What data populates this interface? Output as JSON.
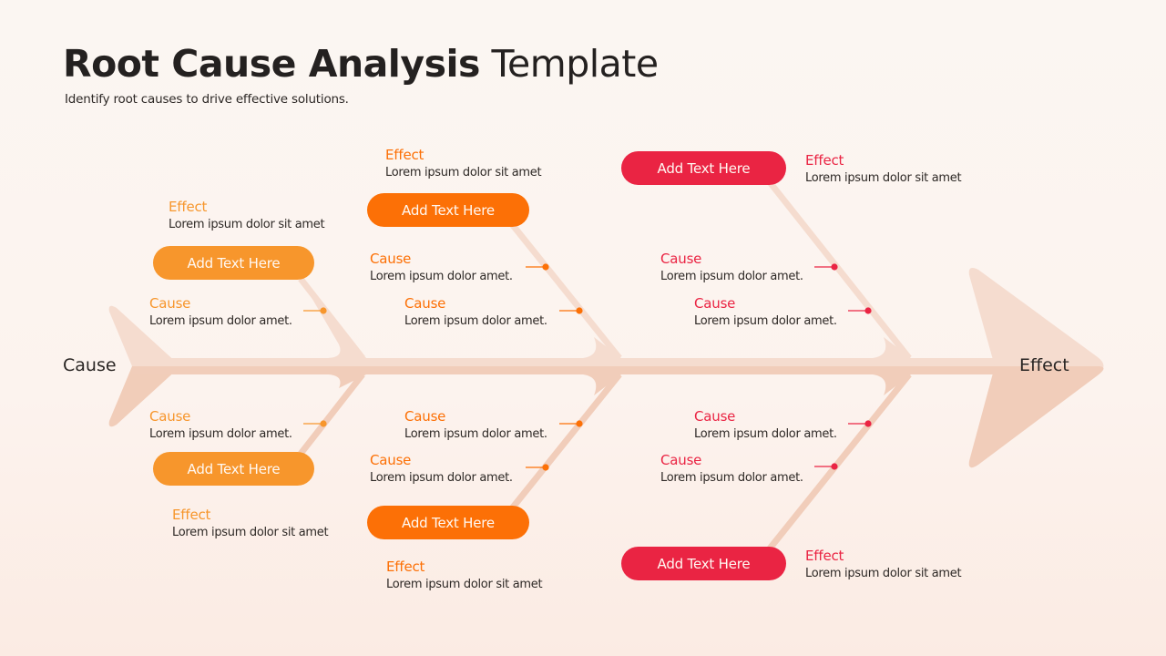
{
  "header": {
    "title_bold": "Root Cause Analysis",
    "title_light": "Template",
    "subtitle": "Identify root causes to drive effective solutions."
  },
  "colors": {
    "light_orange": "#f7962c",
    "orange": "#fc7006",
    "red": "#ea2443",
    "bone": "#f4d6c6",
    "bone_dark": "#f0cbb8",
    "background": "#fbf6f2"
  },
  "diagram": {
    "tail_label": "Cause",
    "head_label": "Effect",
    "branches": [
      {
        "position": "top-left",
        "pill": "Add Text Here",
        "effect": {
          "heading": "Effect",
          "text": "Lorem ipsum dolor sit amet"
        },
        "causes": [
          {
            "heading": "Cause",
            "text": "Lorem ipsum dolor amet."
          }
        ]
      },
      {
        "position": "top-middle",
        "pill": "Add Text Here",
        "effect": {
          "heading": "Effect",
          "text": "Lorem ipsum dolor sit amet"
        },
        "causes": [
          {
            "heading": "Cause",
            "text": "Lorem ipsum dolor amet."
          },
          {
            "heading": "Cause",
            "text": "Lorem ipsum dolor amet."
          }
        ]
      },
      {
        "position": "top-right",
        "pill": "Add Text Here",
        "effect": {
          "heading": "Effect",
          "text": "Lorem ipsum dolor sit amet"
        },
        "causes": [
          {
            "heading": "Cause",
            "text": "Lorem ipsum dolor amet."
          },
          {
            "heading": "Cause",
            "text": "Lorem ipsum dolor amet."
          }
        ]
      },
      {
        "position": "bottom-left",
        "pill": "Add Text Here",
        "effect": {
          "heading": "Effect",
          "text": "Lorem ipsum dolor sit amet"
        },
        "causes": [
          {
            "heading": "Cause",
            "text": "Lorem ipsum dolor amet."
          }
        ]
      },
      {
        "position": "bottom-middle",
        "pill": "Add Text Here",
        "effect": {
          "heading": "Effect",
          "text": "Lorem ipsum dolor sit amet"
        },
        "causes": [
          {
            "heading": "Cause",
            "text": "Lorem ipsum dolor amet."
          },
          {
            "heading": "Cause",
            "text": "Lorem ipsum dolor amet."
          }
        ]
      },
      {
        "position": "bottom-right",
        "pill": "Add Text Here",
        "effect": {
          "heading": "Effect",
          "text": "Lorem ipsum dolor sit amet"
        },
        "causes": [
          {
            "heading": "Cause",
            "text": "Lorem ipsum dolor amet."
          },
          {
            "heading": "Cause",
            "text": "Lorem ipsum dolor amet."
          }
        ]
      }
    ]
  }
}
